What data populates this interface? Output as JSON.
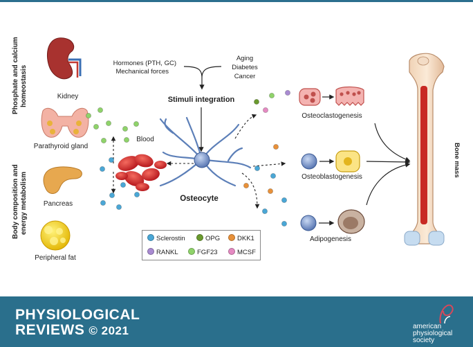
{
  "organs": {
    "kidney": "Kidney",
    "parathyroid": "Parathyroid gland",
    "pancreas": "Pancreas",
    "fat": "Peripheral fat"
  },
  "side_labels": {
    "phosphate_1": "Phosphate and calcium",
    "phosphate_2": "homeostasis",
    "body_1": "Body composition and",
    "body_2": "energy metabolism"
  },
  "stimuli": {
    "hormones": "Hormones (PTH, GC)",
    "mechanical": "Mechanical forces",
    "aging": "Aging",
    "diabetes": "Diabetes",
    "cancer": "Cancer",
    "integration": "Stimuli integration"
  },
  "center": {
    "blood": "Blood",
    "osteocyte": "Osteocyte"
  },
  "processes": {
    "osteoclastogenesis": "Osteoclastogenesis",
    "osteoblastogenesis": "Osteoblastogenesis",
    "adipogenesis": "Adipogenesis",
    "bone_mass": "Bone mass"
  },
  "legend": {
    "sclerostin": "Sclerostin",
    "opg": "OPG",
    "dkk1": "DKK1",
    "rankl": "RANKL",
    "fgf23": "FGF23",
    "mcsf": "MCSF"
  },
  "colors": {
    "sclerostin": "#4aa7d6",
    "opg": "#6a9a2e",
    "dkk1": "#e8913a",
    "rankl": "#a98bd2",
    "fgf23": "#8fd36a",
    "mcsf": "#e58ac2",
    "footer": "#2a6f8c"
  },
  "footer": {
    "journal_1": "PHYSIOLOGICAL",
    "journal_2": "REVIEWS",
    "year": "© 2021",
    "society_1": "american",
    "society_2": "physiological",
    "society_3": "society"
  }
}
